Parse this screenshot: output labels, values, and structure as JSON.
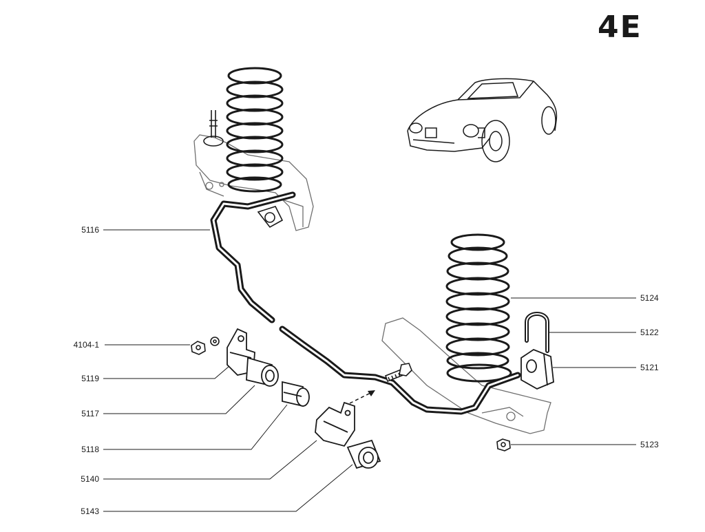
{
  "sheet": {
    "page_code": "4E"
  },
  "parts": [
    {
      "id": "p5116",
      "number": "5116",
      "side": "left"
    },
    {
      "id": "p4104",
      "number": "4104-1",
      "side": "left"
    },
    {
      "id": "p5119",
      "number": "5119",
      "side": "left"
    },
    {
      "id": "p5117",
      "number": "5117",
      "side": "left"
    },
    {
      "id": "p5118",
      "number": "5118",
      "side": "left"
    },
    {
      "id": "p5140",
      "number": "5140",
      "side": "left"
    },
    {
      "id": "p5143",
      "number": "5143",
      "side": "left"
    },
    {
      "id": "p5124",
      "number": "5124",
      "side": "right"
    },
    {
      "id": "p5122",
      "number": "5122",
      "side": "right"
    },
    {
      "id": "p5121",
      "number": "5121",
      "side": "right"
    },
    {
      "id": "p5123",
      "number": "5123",
      "side": "right"
    }
  ],
  "colors": {
    "ink": "#1a1a1a",
    "paper": "#ffffff",
    "light_ink": "#6e6e6e"
  }
}
